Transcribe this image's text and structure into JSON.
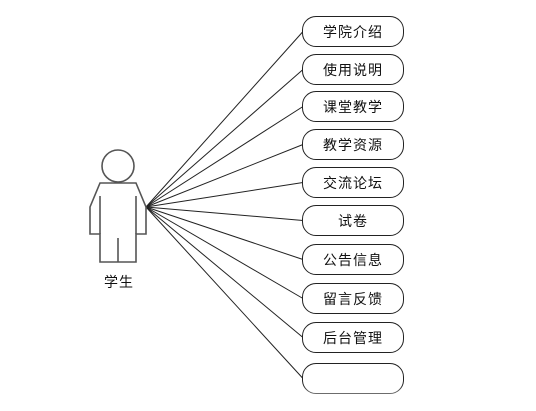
{
  "actor": {
    "label": "学生",
    "icon": "stick-figure-actor-icon"
  },
  "use_cases": [
    {
      "label": "学院介绍"
    },
    {
      "label": "使用说明"
    },
    {
      "label": "课堂教学"
    },
    {
      "label": "教学资源"
    },
    {
      "label": "交流论坛"
    },
    {
      "label": "试卷"
    },
    {
      "label": "公告信息"
    },
    {
      "label": "留言反馈"
    },
    {
      "label": "后台管理"
    },
    {
      "label": ""
    }
  ],
  "colors": {
    "stroke": "#222222",
    "actor_stroke": "#555555",
    "background": "#ffffff"
  }
}
